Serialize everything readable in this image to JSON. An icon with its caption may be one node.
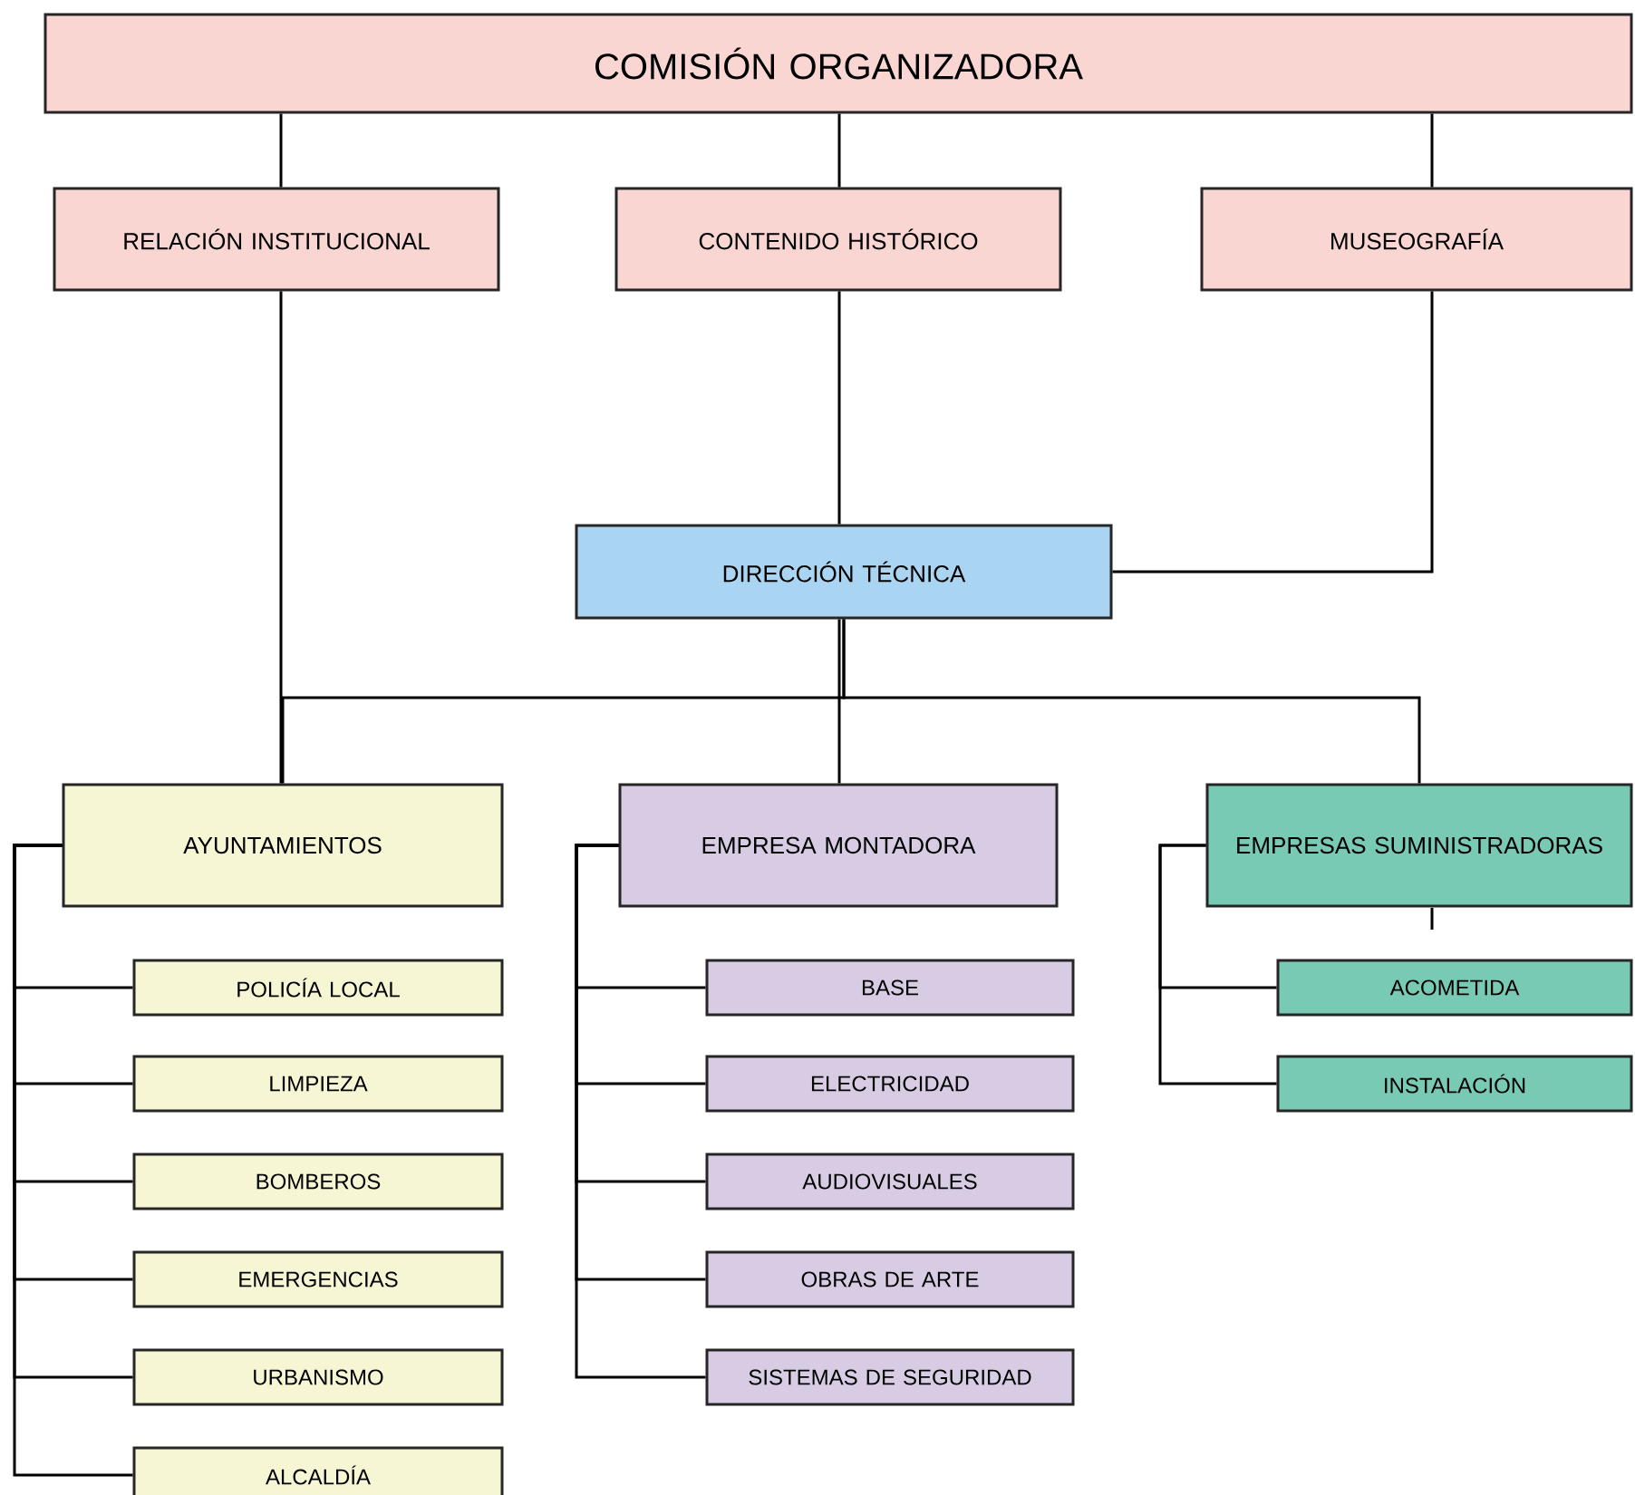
{
  "diagram": {
    "nodes": [
      {
        "text": [
          "COMISIÓN ORGANIZADORA"
        ]
      },
      {
        "text": [
          "RELACIÓN INSTITUCIONAL"
        ]
      },
      {
        "text": [
          "CONTENIDO HISTÓRICO"
        ]
      },
      {
        "text": [
          "MUSEOGRAFÍA"
        ]
      },
      {
        "text": [
          "DIRECCIÓN TÉCNICA"
        ]
      },
      {
        "text": [
          "AYUNTAMIENTOS"
        ]
      },
      {
        "text": [
          "EMPRESA MONTADORA"
        ]
      },
      {
        "text": [
          "EMPRESAS SUMINISTRADORAS"
        ]
      },
      {
        "text": [
          "POLICÍA LOCAL"
        ]
      },
      {
        "text": [
          "LIMPIEZA"
        ]
      },
      {
        "text": [
          "BOMBEROS"
        ]
      },
      {
        "text": [
          "EMERGENCIAS"
        ]
      },
      {
        "text": [
          "URBANISMO"
        ]
      },
      {
        "text": [
          "ALCALDÍA"
        ]
      },
      {
        "text": [
          "BASE"
        ]
      },
      {
        "text": [
          "ELECTRICIDAD"
        ]
      },
      {
        "text": [
          "AUDIOVISUALES"
        ]
      },
      {
        "text": [
          "OBRAS DE ARTE"
        ]
      },
      {
        "text": [
          "SISTEMAS DE SEGURIDAD"
        ]
      },
      {
        "text": [
          "ACOMETIDA"
        ]
      },
      {
        "text": [
          "INSTALACIÓN"
        ]
      }
    ],
    "edges": [
      {
        "from": 0,
        "to": 1,
        "arrow": "none"
      },
      {
        "from": 0,
        "to": 2,
        "arrow": "none"
      },
      {
        "from": 0,
        "to": 3,
        "arrow": "none"
      },
      {
        "from": 2,
        "to": 4,
        "arrow": "none"
      },
      {
        "from": 3,
        "to": 4,
        "arrow": "none"
      },
      {
        "from": 1,
        "to": 5,
        "arrow": "none"
      },
      {
        "from": 4,
        "to": 5,
        "arrow": "none"
      },
      {
        "from": 4,
        "to": 6,
        "arrow": "none"
      },
      {
        "from": 4,
        "to": 7,
        "arrow": "none"
      },
      {
        "from": 5,
        "to": 8,
        "arrow": "none"
      },
      {
        "from": 5,
        "to": 9,
        "arrow": "none"
      },
      {
        "from": 5,
        "to": 10,
        "arrow": "none"
      },
      {
        "from": 5,
        "to": 11,
        "arrow": "none"
      },
      {
        "from": 5,
        "to": 12,
        "arrow": "none"
      },
      {
        "from": 5,
        "to": 13,
        "arrow": "none"
      },
      {
        "from": 6,
        "to": 14,
        "arrow": "none"
      },
      {
        "from": 6,
        "to": 15,
        "arrow": "none"
      },
      {
        "from": 6,
        "to": 16,
        "arrow": "none"
      },
      {
        "from": 6,
        "to": 17,
        "arrow": "none"
      },
      {
        "from": 6,
        "to": 18,
        "arrow": "none"
      },
      {
        "from": 7,
        "to": 19,
        "arrow": "none"
      },
      {
        "from": 7,
        "to": 20,
        "arrow": "none"
      }
    ]
  }
}
